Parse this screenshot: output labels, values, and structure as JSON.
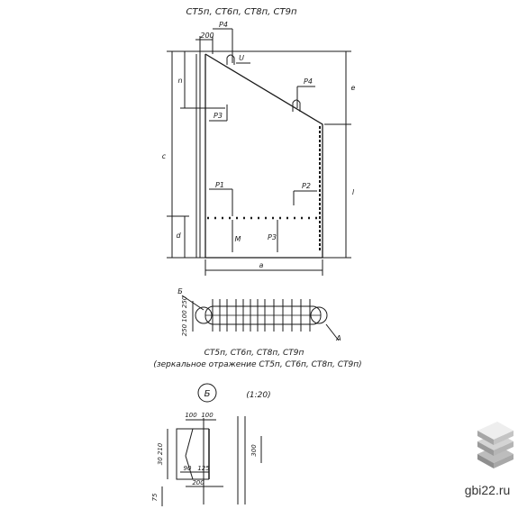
{
  "title": "СТ5п, СТ6п, СТ8п, СТ9п",
  "main_view": {
    "dims": {
      "d200": "200",
      "p4_top": "P4",
      "u_label": "U",
      "n": "n",
      "e": "e",
      "p4_right": "P4",
      "p3": "P3",
      "c": "c",
      "p1": "P1",
      "p2": "P2",
      "l": "l",
      "d": "d",
      "m": "M",
      "p3_low": "P3",
      "a": "a"
    }
  },
  "section": {
    "label_b": "Б",
    "label_a": "А",
    "dims_left": "250 100 250",
    "caption_line1": "СТ5п, СТ6п, СТ8п, СТ9п",
    "caption_line2": "(зеркальное отражение СТ5п, СТ6п, СТ8п, СТ9п)"
  },
  "detail": {
    "marker": "Б",
    "scale": "(1:20)",
    "d100a": "100",
    "d100b": "100",
    "d30_210": "30 210",
    "d300": "300",
    "d90": "90",
    "d125": "125",
    "d200": "200",
    "d75": "75"
  },
  "watermark": {
    "text": "gbi22.ru",
    "colors": {
      "top": "#f3f3f3",
      "mid": "#cfcfcf",
      "dark": "#8e8e8e"
    }
  }
}
